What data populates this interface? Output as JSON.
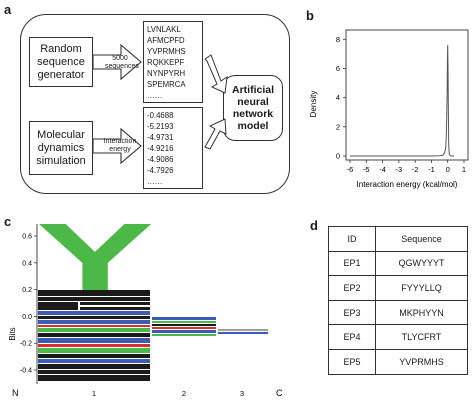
{
  "panel_a": {
    "letter": "a",
    "random_generator": "Random sequence generator",
    "arrow_top_label": "5000 sequences",
    "sequences": [
      "LVNLAKL",
      "AFMCPFD",
      "YVPRMHS",
      "RQKKEPF",
      "NYNPYRH",
      "SPEMRCA",
      "……"
    ],
    "md_simulation": "Molecular dynamics simulation",
    "arrow_bottom_label": "Interaction energy",
    "energies": [
      "-0.4688",
      "-5.2193",
      "-4.9731",
      "-4.9216",
      "-4.9086",
      "-4.7926",
      "……"
    ],
    "model": "Artificial neural network model"
  },
  "panel_b": {
    "letter": "b",
    "chart_data": {
      "type": "area",
      "xlabel": "Interaction energy (kcal/mol)",
      "ylabel": "Density",
      "xlim": [
        -6,
        1
      ],
      "ylim": [
        0,
        8.5
      ],
      "xticks": [
        -6,
        -5,
        -4,
        -3,
        -2,
        -1,
        0,
        1
      ],
      "yticks": [
        0,
        2,
        4,
        6,
        8
      ],
      "x": [
        -6.0,
        -1.0,
        -0.5,
        -0.3,
        -0.2,
        -0.12,
        -0.08,
        -0.04,
        -0.02,
        0.0,
        0.02,
        0.04,
        0.06,
        0.1,
        0.2,
        0.4
      ],
      "y": [
        0.0,
        0.0,
        0.02,
        0.05,
        0.2,
        0.6,
        1.6,
        4.0,
        6.5,
        7.6,
        6.2,
        2.8,
        0.8,
        0.1,
        0.0,
        0.0
      ]
    }
  },
  "panel_c": {
    "letter": "c",
    "chart_data": {
      "type": "sequence-logo",
      "ylabel": "Bits",
      "ylim": [
        -0.5,
        0.7
      ],
      "yticks": [
        "0.6",
        "0.4",
        "0.2",
        "0.0",
        "-0.2",
        "-0.4"
      ],
      "positions": [
        "1",
        "2",
        "3"
      ],
      "n_label": "N",
      "c_label": "C",
      "top_letters": [
        {
          "position": 1,
          "letter": "Y",
          "bits": 0.55,
          "color": "#4cb847"
        },
        {
          "position": 2,
          "letter": "",
          "bits": 0.03,
          "color": "#3b5bb5"
        },
        {
          "position": 3,
          "letter": "",
          "bits": 0.01,
          "color": "#9e9e9e"
        }
      ]
    }
  },
  "panel_d": {
    "letter": "d",
    "headers": [
      "ID",
      "Sequence"
    ],
    "rows": [
      {
        "id": "EP1",
        "sequence": "QGWYYYT"
      },
      {
        "id": "EP2",
        "sequence": "FYYYLLQ"
      },
      {
        "id": "EP3",
        "sequence": "MKPHYYN"
      },
      {
        "id": "EP4",
        "sequence": "TLYCFRT"
      },
      {
        "id": "EP5",
        "sequence": "YVPRMHS"
      }
    ]
  },
  "colors": {
    "logo_green": "#4cb847",
    "logo_blue": "#3b5bb5",
    "logo_red": "#d62f2f",
    "ink": "#1a1a1a"
  }
}
